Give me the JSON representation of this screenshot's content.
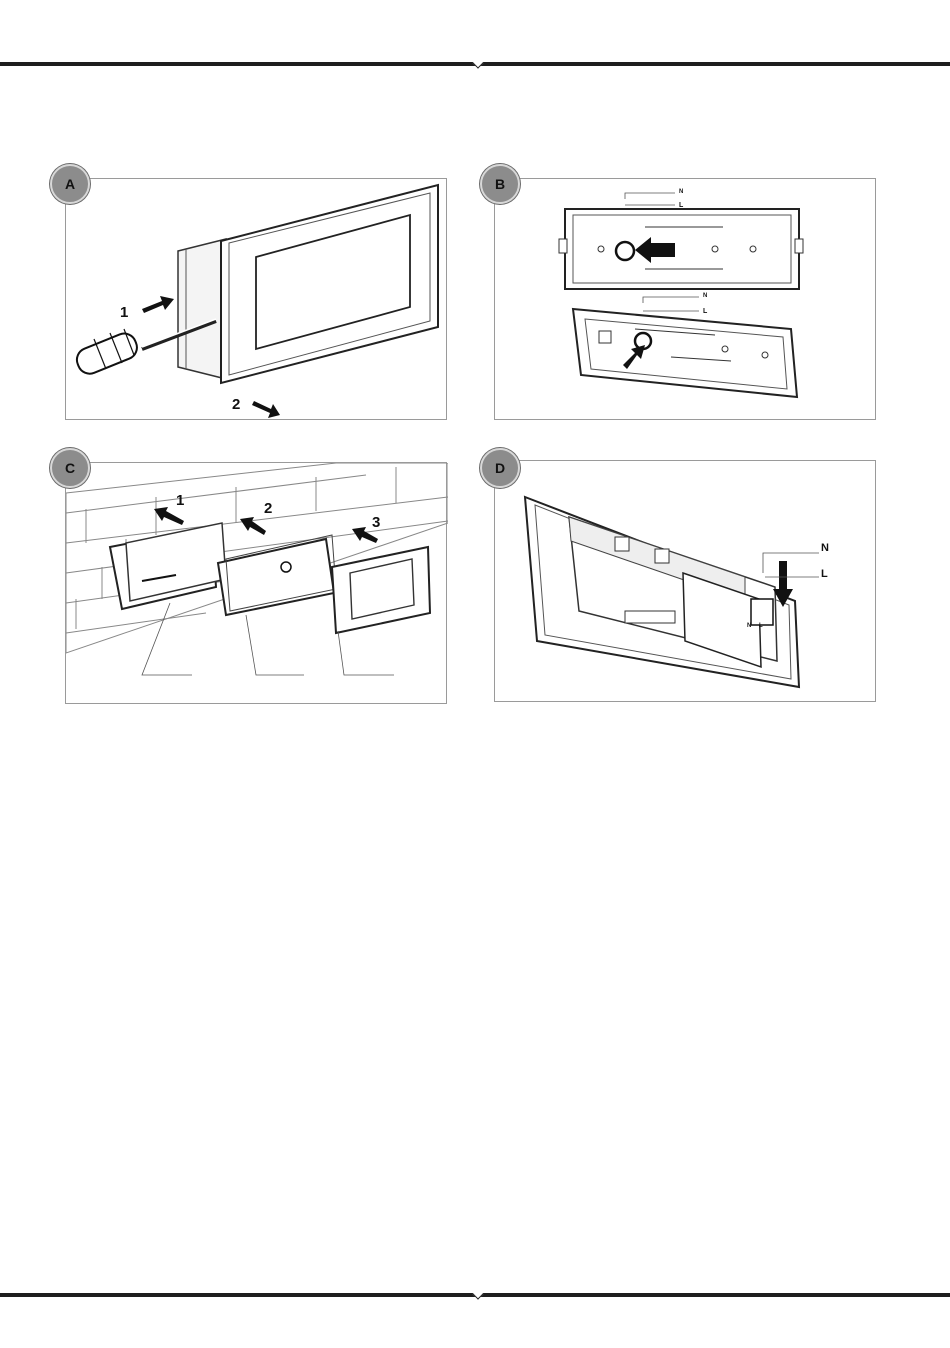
{
  "figures": [
    {
      "id": "A",
      "callouts": [
        "1",
        "2"
      ]
    },
    {
      "id": "B",
      "callouts": [
        "N",
        "L",
        "N",
        "L"
      ]
    },
    {
      "id": "C",
      "callouts": [
        "1",
        "2",
        "3"
      ]
    },
    {
      "id": "D",
      "callouts": [
        "N",
        "L",
        "N",
        "L"
      ]
    }
  ]
}
